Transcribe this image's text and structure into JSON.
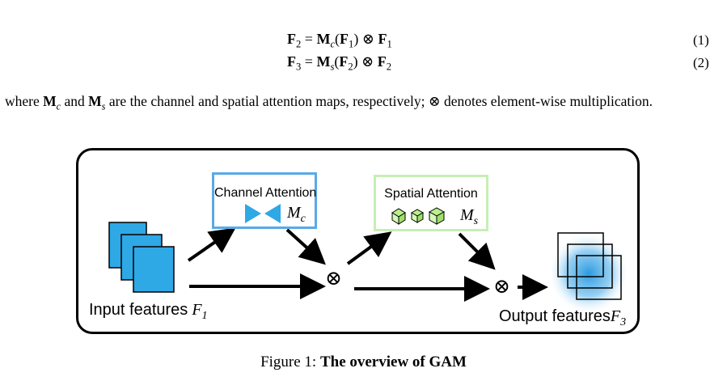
{
  "equations": [
    {
      "lhs_symbol": "F",
      "lhs_sub": "2",
      "map_symbol": "M",
      "map_sub": "c",
      "arg_symbol": "F",
      "arg_sub": "1",
      "op": "⊗",
      "rhs_symbol": "F",
      "rhs_sub": "1",
      "number": "(1)"
    },
    {
      "lhs_symbol": "F",
      "lhs_sub": "3",
      "map_symbol": "M",
      "map_sub": "s",
      "arg_symbol": "F",
      "arg_sub": "2",
      "op": "⊗",
      "rhs_symbol": "F",
      "rhs_sub": "2",
      "number": "(2)"
    }
  ],
  "paragraph": {
    "t1": "where ",
    "mc_symbol": "M",
    "mc_sub": "c",
    "t2": " and ",
    "ms_symbol": "M",
    "ms_sub": "s",
    "t3": " are the channel and spatial attention maps, respectively; ",
    "op": "⊗",
    "t4": " denotes element-wise multiplication."
  },
  "diagram": {
    "channel_attention_title": "Channel Attention",
    "channel_symbol": "M",
    "channel_sub": "c",
    "spatial_attention_title": "Spatial Attention",
    "spatial_symbol": "M",
    "spatial_sub": "s",
    "input_label": "Input features",
    "input_symbol": "F",
    "input_sub": "1",
    "output_label": "Output features",
    "output_symbol": "F",
    "output_sub": "3",
    "multiply_symbol": "⊗",
    "colors": {
      "channel_border": "#5aa9e6",
      "spatial_border": "#c6efb4",
      "input_fill": "#2fa8e6",
      "output_glow": "#2b9be0",
      "cube_fill": "#b9f08a"
    }
  },
  "caption": {
    "prefix": "Figure 1: ",
    "title": "The overview of GAM"
  }
}
